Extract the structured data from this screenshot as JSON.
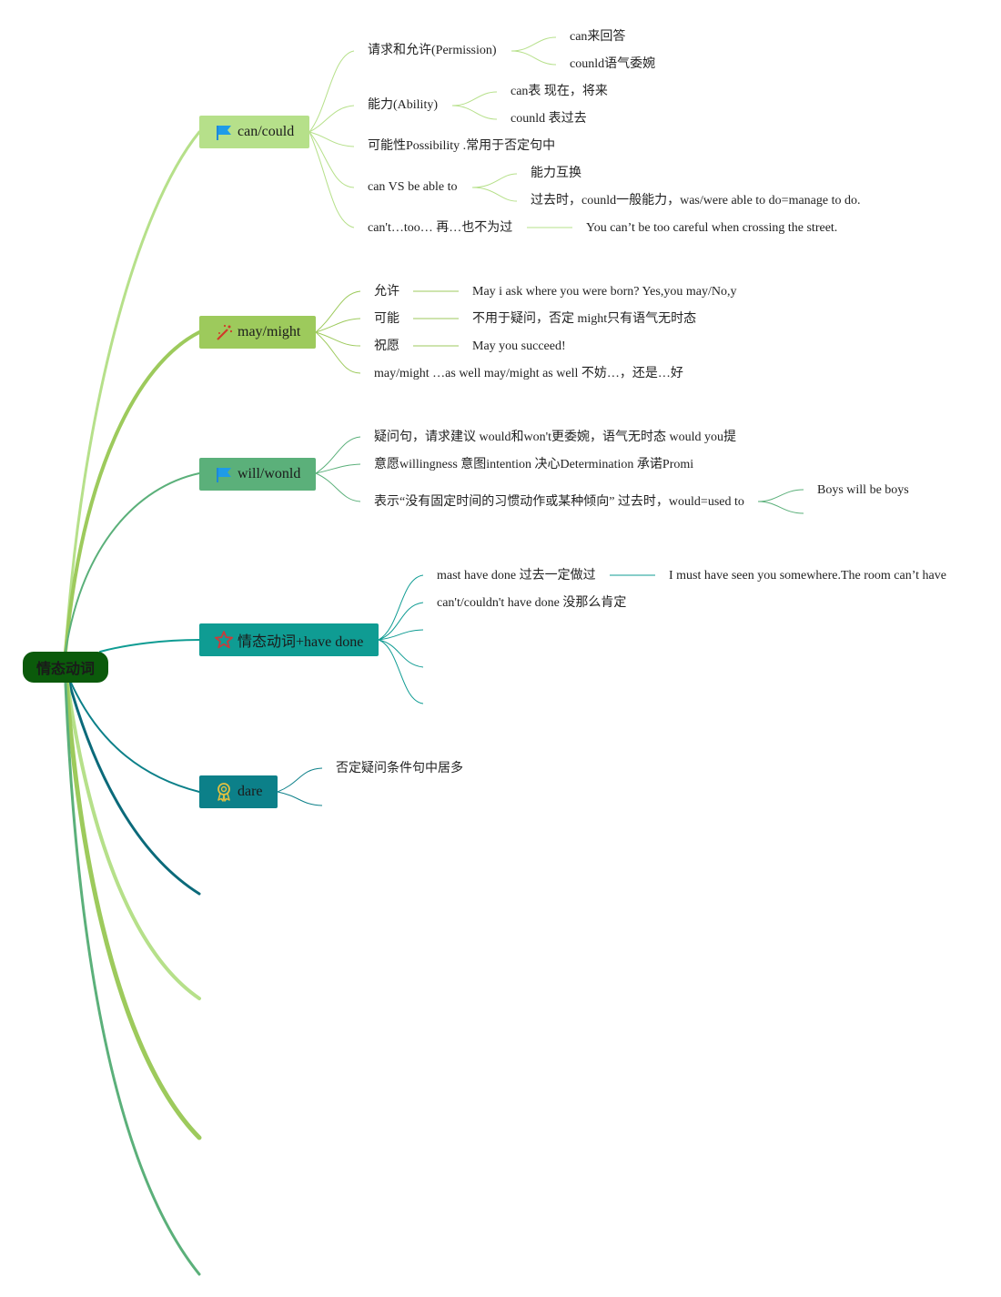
{
  "root": {
    "label": "情态动词"
  },
  "branches": [
    {
      "label": "can/could",
      "color": "#b6e08a",
      "icon": "blue-flag-icon"
    },
    {
      "label": "may/might",
      "color": "#9dca5c",
      "icon": "magic-wand-icon"
    },
    {
      "label": "will/wonld",
      "color": "#5bb07a",
      "icon": "blue-flag-icon"
    },
    {
      "label": "情态动词+have done",
      "color": "#0f9c93",
      "icon": "star-outline-icon"
    },
    {
      "label": "dare",
      "color": "#0c8089",
      "icon": "award-ribbon-icon"
    }
  ],
  "can_could": {
    "permission": {
      "label": "请求和允许(Permission)",
      "children": [
        "can来回答",
        "counld语气委婉"
      ]
    },
    "ability": {
      "label": "能力(Ability)",
      "children": [
        "can表 现在，将来",
        "counld 表过去"
      ]
    },
    "possibility": {
      "label": "可能性Possibility .常用于否定句中"
    },
    "be_able_to": {
      "label": "can VS be able to",
      "children": [
        "能力互换",
        "过去时，counld一般能力，was/were able to do=manage to do."
      ]
    },
    "too": {
      "label": "can't…too… 再…也不为过",
      "example": "You can’t be too careful when crossing the street."
    }
  },
  "may_might": {
    "items": [
      {
        "label": "允许",
        "detail": "May i ask where you were born? Yes,you may/No,y"
      },
      {
        "label": "可能",
        "detail": "不用于疑问，否定 might只有语气无时态"
      },
      {
        "label": "祝愿",
        "detail": "May you succeed!"
      },
      {
        "label": "may/might …as well may/might as well 不妨…，还是…好"
      }
    ]
  },
  "will_would": {
    "items": [
      {
        "label": "疑问句，请求建议 would和won't更委婉，语气无时态 would you提"
      },
      {
        "label": "意愿willingness 意图intention 决心Determination 承诺Promi"
      },
      {
        "label": "表示“没有固定时间的习惯动作或某种倾向” 过去时，would=used to",
        "children": [
          "Boys will be boys"
        ]
      }
    ]
  },
  "have_done": {
    "items": [
      {
        "label": "mast have done 过去一定做过",
        "example": "I must have seen you somewhere.The room can’t have"
      },
      {
        "label": "can't/couldn't have done 没那么肯定"
      }
    ]
  },
  "dare": {
    "items": [
      {
        "label": "否定疑问条件句中居多"
      }
    ]
  }
}
